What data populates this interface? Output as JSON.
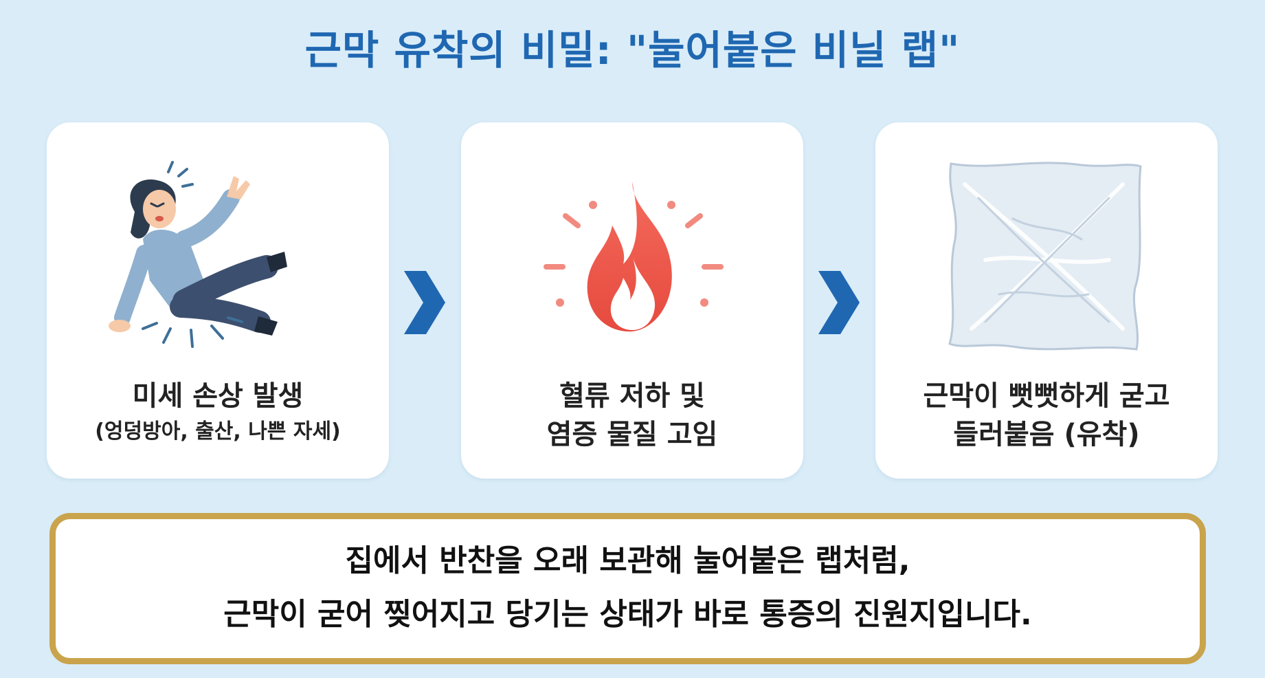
{
  "title": "근막 유착의 비밀: \"눌어붙은 비닐 랩\"",
  "steps": [
    {
      "title": "미세 손상 발생",
      "subtitle": "(엉덩방아, 출산, 나쁜 자세)",
      "icon": "person-falling-icon"
    },
    {
      "title": "혈류 저하 및",
      "subtitle": "염증 물질 고임",
      "icon": "fire-icon"
    },
    {
      "title": "근막이 뻣뻣하게 굳고",
      "subtitle": "들러붙음 (유착)",
      "icon": "plastic-wrap-icon"
    }
  ],
  "summary": {
    "line1": "집에서 반찬을 오래 보관해 눌어붙은 랩처럼,",
    "line2": "근막이 굳어 찢어지고 당기는 상태가 바로 통증의 진원지입니다."
  },
  "colors": {
    "background": "#d9ecf8",
    "title": "#1f67b1",
    "chevron": "#1f67b1",
    "banner_border": "#c9a44c"
  }
}
